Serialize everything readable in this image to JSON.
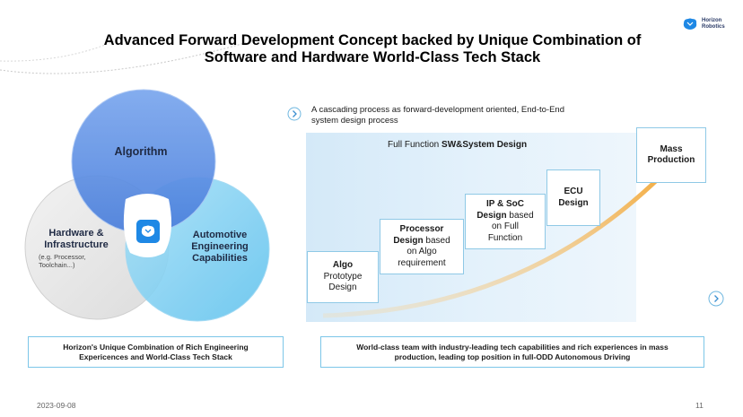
{
  "logo": {
    "text_line1": "Horizon",
    "text_line2": "Robotics"
  },
  "title": {
    "line1": "Advanced Forward Development Concept backed by Unique Combination of",
    "line2": "Software and Hardware World-Class Tech Stack"
  },
  "venn": {
    "algorithm": "Algorithm",
    "hardware_line1": "Hardware &",
    "hardware_line2": "Infrastructure",
    "hardware_sub_line1": "(e.g. Processor,",
    "hardware_sub_line2": "Toolchain...)",
    "automotive_line1": "Automotive",
    "automotive_line2": "Engineering",
    "automotive_line3": "Capabilities"
  },
  "left_box": {
    "line1": "Horizon's Unique Combination of Rich Engineering",
    "line2": "Expericences and World-Class Tech Stack"
  },
  "cascade": {
    "line1": "A cascading process as forward-development oriented, End-to-End",
    "line2": "system design process"
  },
  "panel": {
    "title_prefix": "Full Function ",
    "title_bold": "SW&System Design"
  },
  "steps": {
    "algo_bold": "Algo",
    "algo_line2": "Prototype",
    "algo_line3": "Design",
    "processor_bold": "Processor",
    "processor_bold2": "Design",
    "processor_rest": " based",
    "processor_line3": "on Algo",
    "processor_line4": "requirement",
    "ipsoc_bold": "IP & SoC",
    "ipsoc_bold2": "Design",
    "ipsoc_rest": " based",
    "ipsoc_line3": "on Full",
    "ipsoc_line4": "Function",
    "ecu_line1": "ECU",
    "ecu_line2": "Design",
    "mass_line1": "Mass",
    "mass_line2": "Production"
  },
  "right_box": {
    "line1": "World-class team with industry-leading tech capabilities and rich experiences in mass",
    "line2": "production, leading top position in full-ODD Autonomous Driving"
  },
  "footer": {
    "date": "2023-09-08",
    "page": "11"
  },
  "colors": {
    "algorithm_circle": "#5b8ee6",
    "hardware_circle": "#e8e8e8",
    "automotive_circle": "#7fd0f2",
    "accent_blue": "#1e88e5",
    "arrow_orange": "#f2a93b"
  }
}
